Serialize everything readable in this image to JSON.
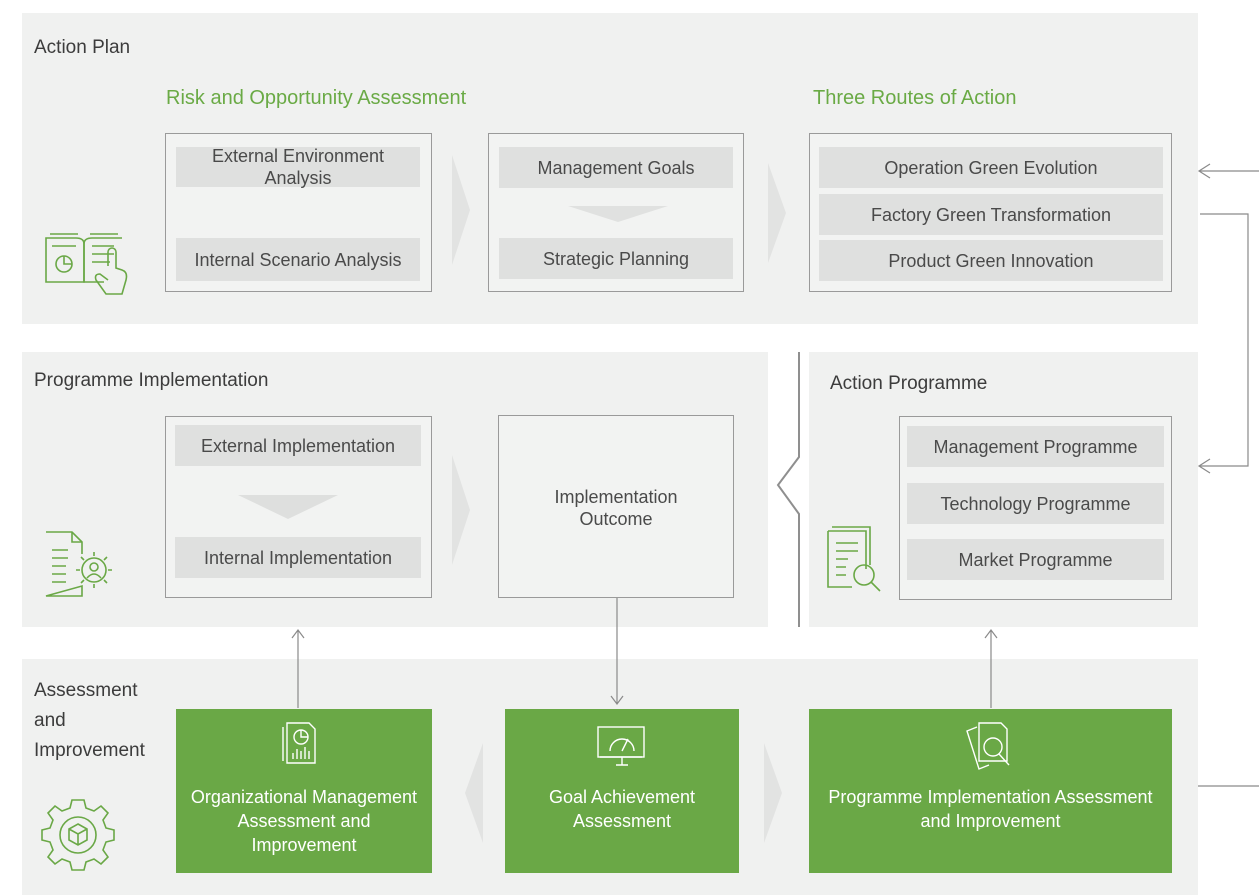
{
  "action_plan": {
    "title": "Action Plan",
    "risk_heading": "Risk and Opportunity Assessment",
    "routes_heading": "Three Routes of Action",
    "external_env": "External Environment Analysis",
    "internal_scenario": "Internal Scenario Analysis",
    "management_goals": "Management Goals",
    "strategic_planning": "Strategic Planning",
    "routes": [
      "Operation Green Evolution",
      "Factory Green Transformation",
      "Product Green Innovation"
    ],
    "icon": "book-chart-hand-icon"
  },
  "programme_implementation": {
    "title": "Programme Implementation",
    "external": "External Implementation",
    "internal": "Internal Implementation",
    "outcome": "Implementation Outcome",
    "icon": "document-gear-icon"
  },
  "action_programme": {
    "title": "Action Programme",
    "items": [
      "Management Programme",
      "Technology Programme",
      "Market Programme"
    ],
    "icon": "document-magnifier-icon"
  },
  "assessment": {
    "title": "Assessment and Improvement",
    "org": "Organizational Management Assessment and Improvement",
    "goal": "Goal Achievement Assessment",
    "prog": "Programme Implementation Assessment and Improvement",
    "icon": "gear-cube-icon",
    "org_icon": "report-chart-icon",
    "goal_icon": "gauge-monitor-icon",
    "prog_icon": "document-search-icon"
  },
  "colors": {
    "accent_green": "#6aa846",
    "heading_green": "#6aaa45",
    "panel_bg": "#f0f1f0",
    "cell_bg": "#dfe0df"
  }
}
